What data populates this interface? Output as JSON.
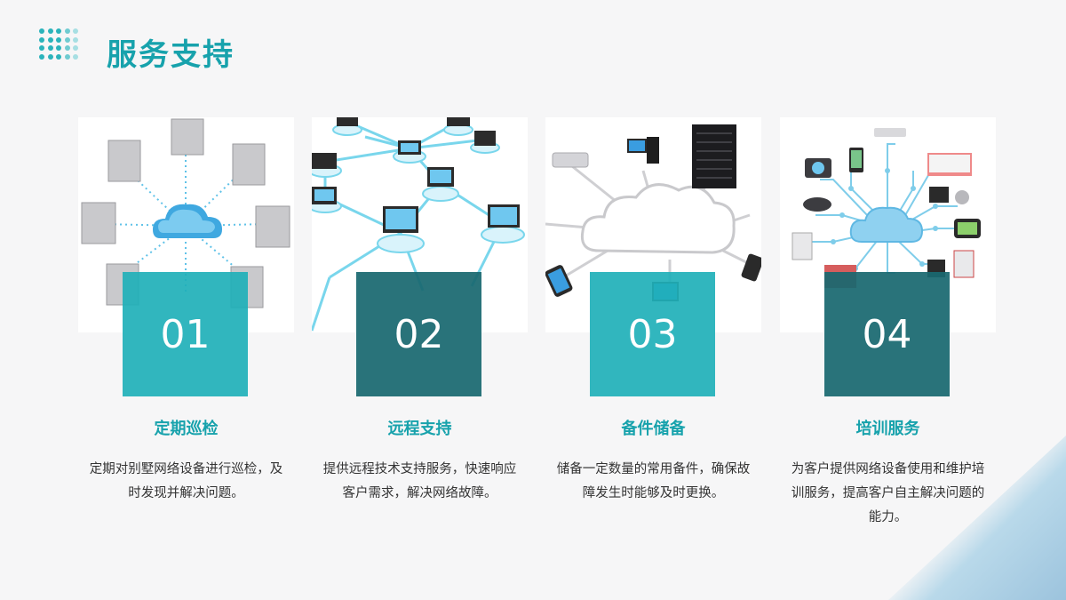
{
  "page": {
    "title": "服务支持"
  },
  "cards": [
    {
      "num": "01",
      "title": "定期巡检",
      "desc": "定期对别墅网络设备进行巡检，及时发现并解决问题。",
      "image": "servers-cloud-icon"
    },
    {
      "num": "02",
      "title": "远程支持",
      "desc": "提供远程技术支持服务，快速响应客户需求，解决网络故障。",
      "image": "laptop-network-icon"
    },
    {
      "num": "03",
      "title": "备件储备",
      "desc": "储备一定数量的常用备件，确保故障发生时能够及时更换。",
      "image": "cloud-devices-icon"
    },
    {
      "num": "04",
      "title": "培训服务",
      "desc": "为客户提供网络设备使用和维护培训服务，提高客户自主解决问题的能力。",
      "image": "cloud-gadgets-icon"
    }
  ],
  "colors": {
    "accent": "#17a2ac",
    "box_teal": "#1fb0b8",
    "box_dark": "#196870"
  }
}
